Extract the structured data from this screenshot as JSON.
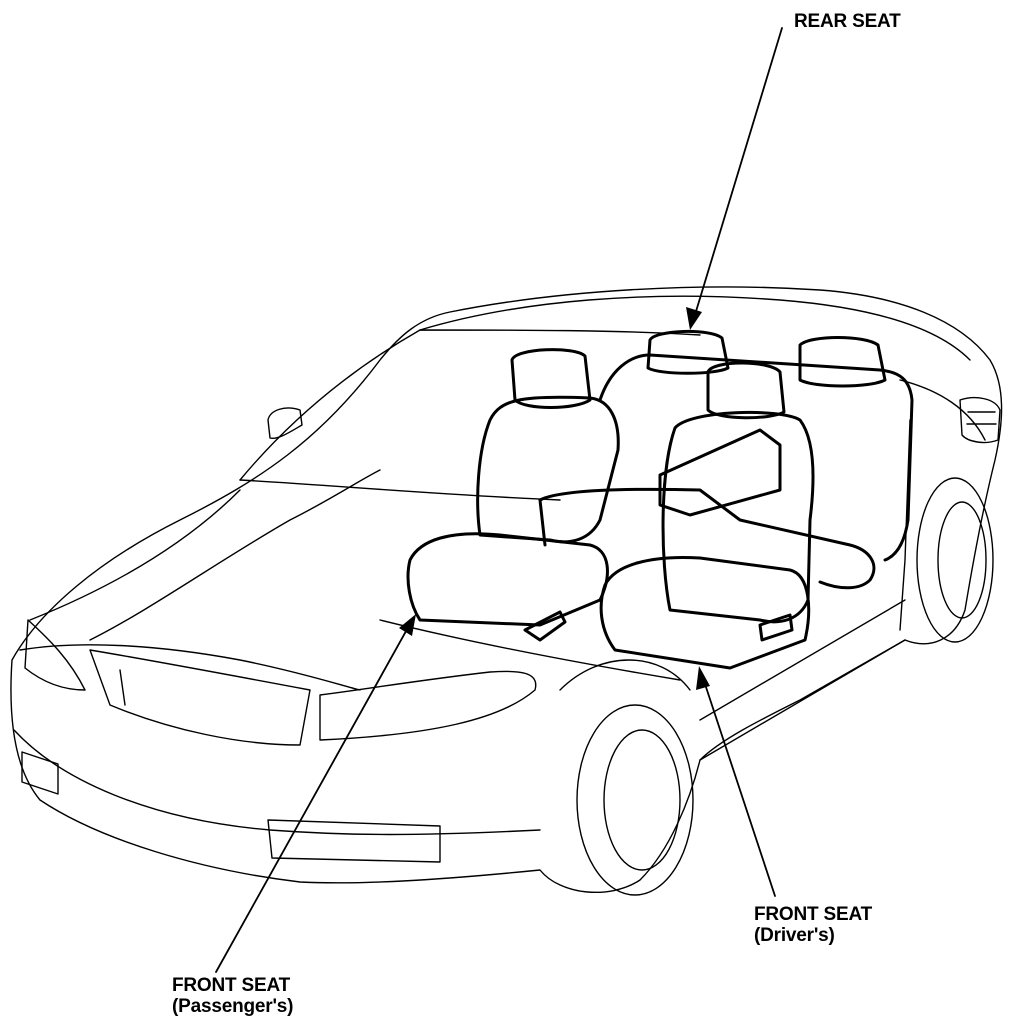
{
  "labels": {
    "rear_seat": "REAR SEAT",
    "front_seat_driver": {
      "line1": "FRONT SEAT",
      "line2": "(Driver's)"
    },
    "front_seat_passenger": {
      "line1": "FRONT SEAT",
      "line2": "(Passenger's)"
    }
  },
  "colors": {
    "line": "#000000",
    "background": "#ffffff"
  }
}
